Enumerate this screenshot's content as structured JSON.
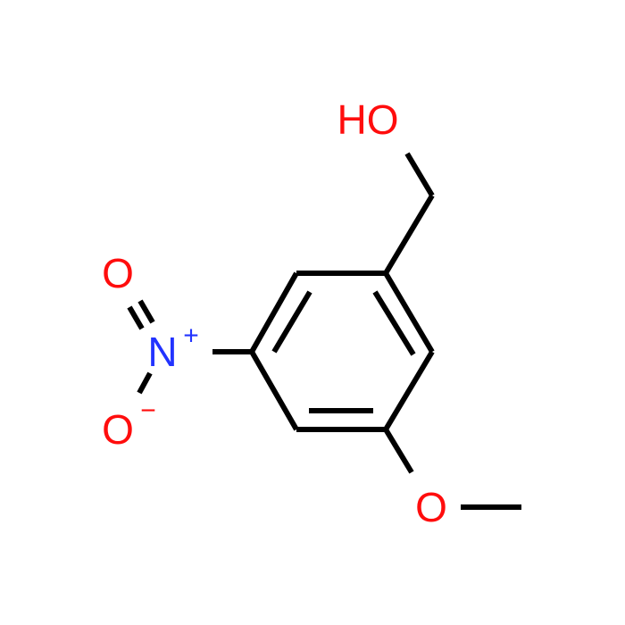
{
  "molecule": {
    "atoms": {
      "hydroxyl": {
        "label": "HO",
        "color": "#ff0d0d"
      },
      "nitro_n": {
        "label": "N",
        "charge": "+",
        "color": "#2233ff"
      },
      "nitro_o_top": {
        "label": "O",
        "color": "#ff0d0d"
      },
      "nitro_o_bottom": {
        "label": "O",
        "charge": "−",
        "color": "#ff0d0d"
      },
      "methoxy_o": {
        "label": "O",
        "color": "#ff0d0d"
      }
    },
    "bond_color": "#000000"
  }
}
